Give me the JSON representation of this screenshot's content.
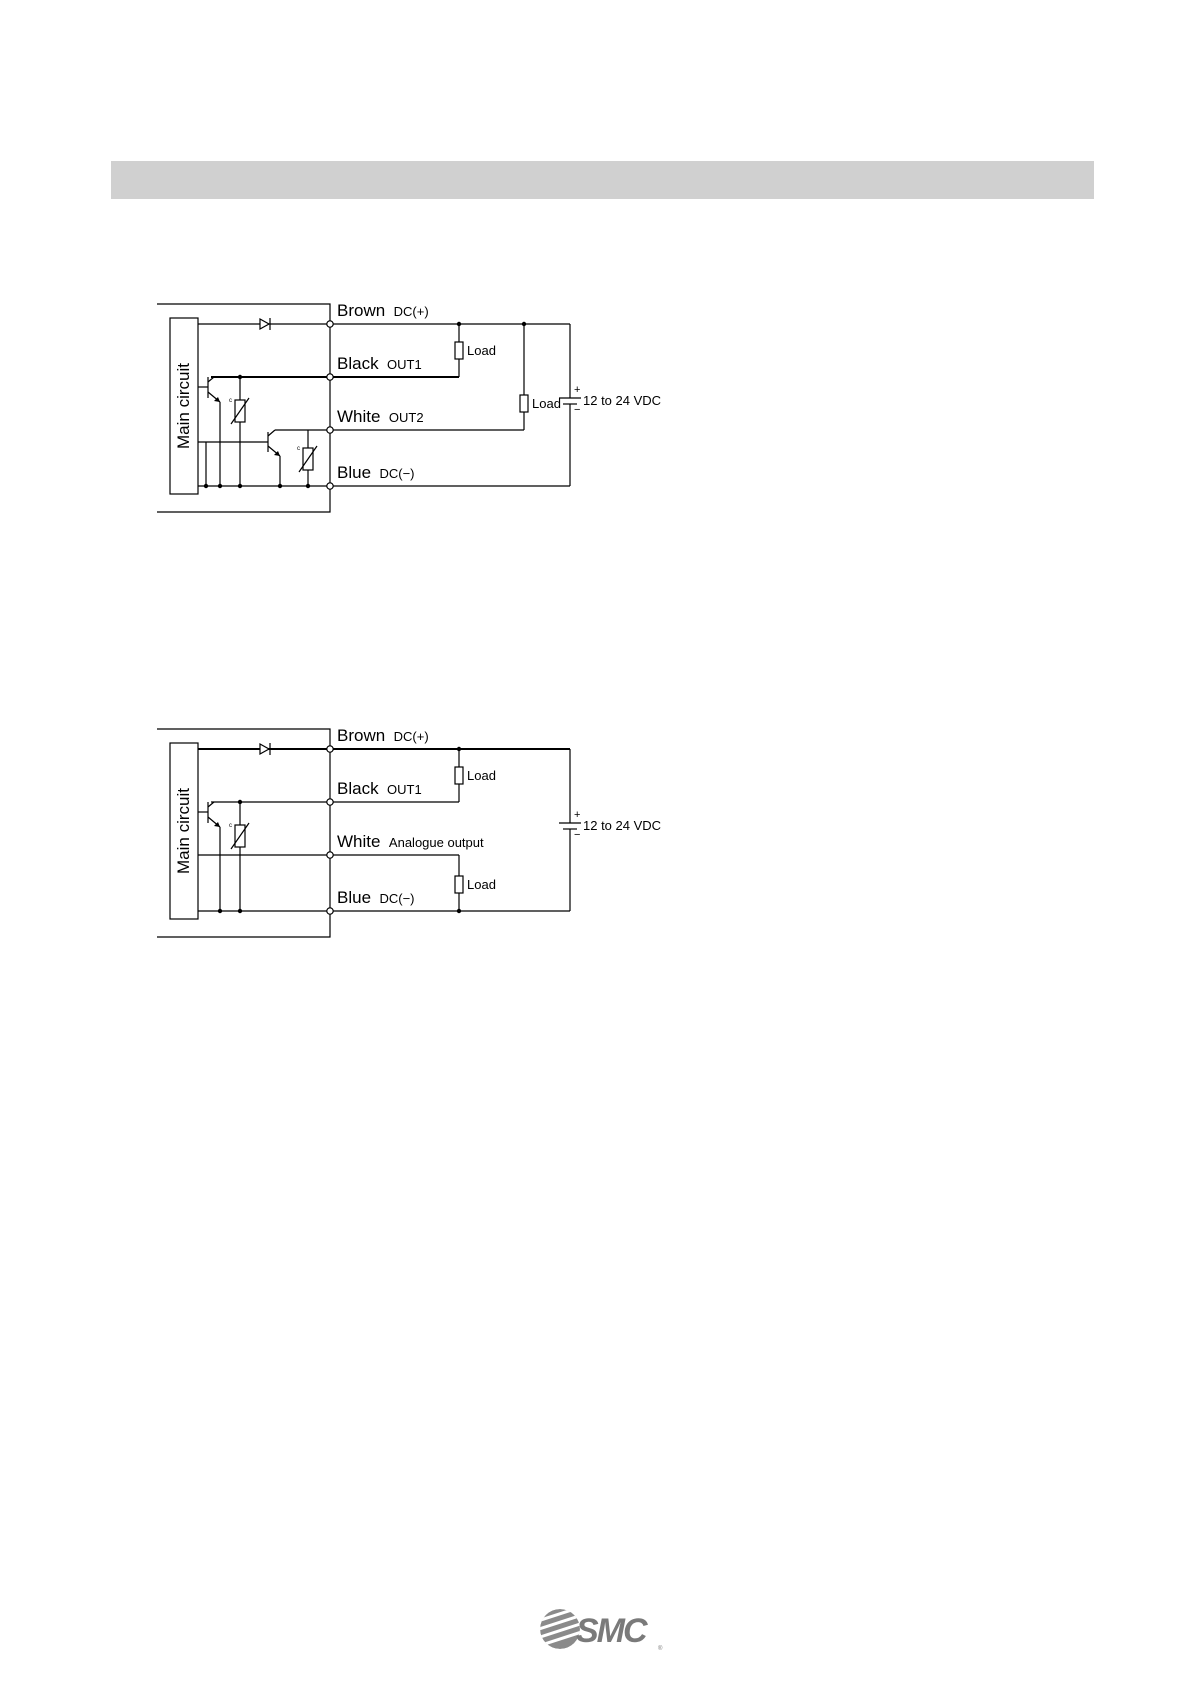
{
  "diagram1": {
    "block_label": "Main circuit",
    "wires": [
      {
        "color": "Brown",
        "signal": "DC(+)"
      },
      {
        "color": "Black",
        "signal": "OUT1"
      },
      {
        "color": "White",
        "signal": "OUT2"
      },
      {
        "color": "Blue",
        "signal": "DC(−)"
      }
    ],
    "load_1": "Load",
    "load_2": "Load",
    "supply": "12 to 24 VDC",
    "plus": "+",
    "minus": "−",
    "zener_mark": "c"
  },
  "diagram2": {
    "block_label": "Main circuit",
    "wires": [
      {
        "color": "Brown",
        "signal": "DC(+)"
      },
      {
        "color": "Black",
        "signal": "OUT1"
      },
      {
        "color": "White",
        "signal": "Analogue output"
      },
      {
        "color": "Blue",
        "signal": "DC(−)"
      }
    ],
    "load_1": "Load",
    "load_2": "Load",
    "supply": "12 to 24 VDC",
    "plus": "+",
    "minus": "−",
    "zener_mark": "c"
  },
  "logo": {
    "text": "SMC",
    "registered": "®"
  }
}
